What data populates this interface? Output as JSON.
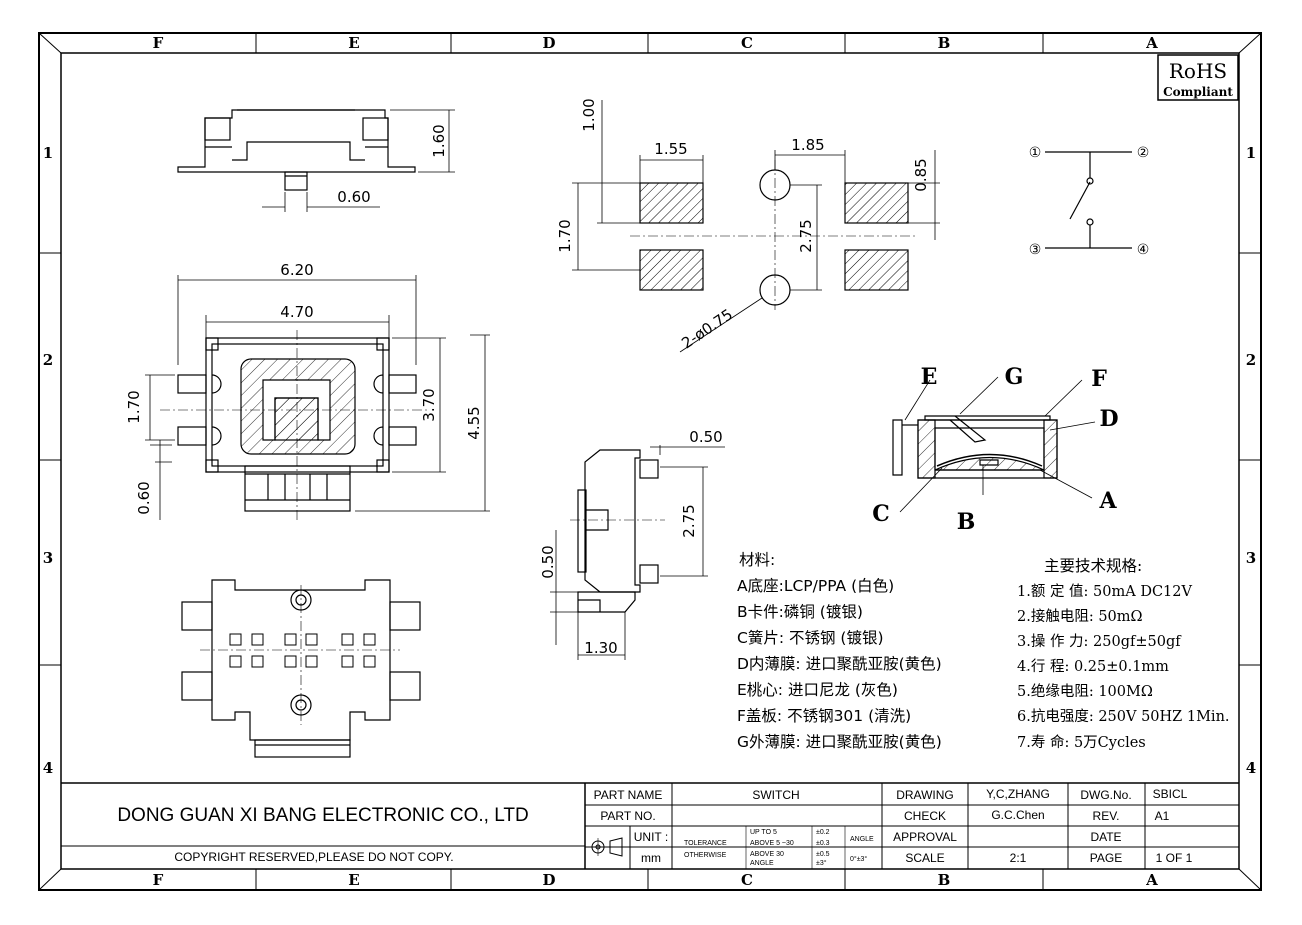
{
  "zones_top": [
    "F",
    "E",
    "D",
    "C",
    "B",
    "A"
  ],
  "zones_side": [
    "1",
    "2",
    "3",
    "4"
  ],
  "rohs": {
    "main": "RoHS",
    "sub": "Compliant"
  },
  "dims": {
    "side_h": "1.60",
    "side_w": "0.60",
    "top_w1": "6.20",
    "top_w2": "4.70",
    "top_h1": "3.70",
    "top_h2": "4.55",
    "top_p1": "1.70",
    "top_p2": "0.60",
    "pcb_a": "1.00",
    "pcb_b": "1.55",
    "pcb_c": "1.85",
    "pcb_d": "0.85",
    "pcb_e": "1.70",
    "pcb_f": "2.75",
    "pcb_g": "2-ø0.75",
    "sv_a": "0.50",
    "sv_b": "2.75",
    "sv_c": "0.50",
    "sv_d": "1.30"
  },
  "pins": [
    "①",
    "②",
    "③",
    "④"
  ],
  "section_labels": [
    "E",
    "G",
    "F",
    "D",
    "A",
    "B",
    "C"
  ],
  "materials": {
    "title": "材料:",
    "items": [
      "A底座:LCP/PPA (白色)",
      "B卡件:磷铜 (镀银)",
      "C簧片: 不锈钢 (镀银)",
      "D内薄膜: 进口聚酰亚胺(黄色)",
      "E桃心: 进口尼龙 (灰色)",
      "F盖板: 不锈钢301 (清洗)",
      "G外薄膜: 进口聚酰亚胺(黄色)"
    ]
  },
  "specs": {
    "title": "主要技术规格:",
    "items": [
      "1.额 定 值: 50mA DC12V",
      "2.接触电阻: 50mΩ",
      "3.操 作 力: 250gf±50gf",
      "4.行    程: 0.25±0.1mm",
      "5.绝缘电阻: 100MΩ",
      "6.抗电强度: 250V 50HZ 1Min.",
      "7.寿    命: 5万Cycles"
    ]
  },
  "title_block": {
    "company": "DONG GUAN XI BANG ELECTRONIC CO., LTD",
    "copyright": "COPYRIGHT RESERVED,PLEASE DO NOT COPY.",
    "part_name_label": "PART NAME",
    "part_name": "SWITCH",
    "part_no_label": "PART NO.",
    "unit_label": "UNIT :",
    "unit": "mm",
    "tol1": "TOLERANCE",
    "tol2": "OTHERWISE",
    "tol_r1": "UP TO 5",
    "tol_r2": "ABOVE 5 ~30",
    "tol_r3": "ABOVE 30",
    "tol_r4": "ANGLE",
    "tol_v1": "±0.2",
    "tol_v2": "±0.3",
    "tol_v3": "±0.5",
    "tol_v4": "±3°",
    "angle_label": "ANGLE",
    "angle_val": "0°±3°",
    "drawing_label": "DRAWING",
    "drawing": "Y,C,ZHANG",
    "check_label": "CHECK",
    "check": "G.C.Chen",
    "approval_label": "APPROVAL",
    "scale_label": "SCALE",
    "scale": "2:1",
    "dwg_label": "DWG.No.",
    "dwg": "SBICL",
    "rev_label": "REV.",
    "rev": "A1",
    "date_label": "DATE",
    "page_label": "PAGE",
    "page": "1 OF 1"
  }
}
